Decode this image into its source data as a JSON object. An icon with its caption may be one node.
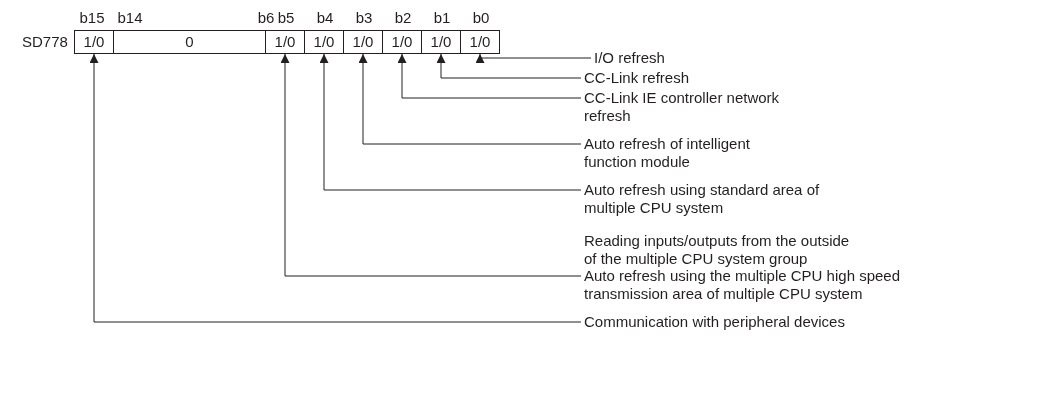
{
  "diagram": {
    "nodes": [
      {
        "text": [
          "1/0"
        ]
      },
      {
        "text": [
          "0"
        ]
      },
      {
        "text": [
          "1/0"
        ]
      },
      {
        "text": [
          "1/0"
        ]
      },
      {
        "text": [
          "1/0"
        ]
      },
      {
        "text": [
          "1/0"
        ]
      },
      {
        "text": [
          "1/0"
        ]
      },
      {
        "text": [
          "1/0"
        ]
      },
      {
        "text": [
          "I/O refresh"
        ]
      },
      {
        "text": [
          "CC-Link refresh"
        ]
      },
      {
        "text": [
          "CC-Link IE controller network refresh"
        ]
      },
      {
        "text": [
          "Auto refresh of intelligent function module"
        ]
      },
      {
        "text": [
          "Auto refresh using standard area of multiple CPU system"
        ]
      },
      {
        "text": [
          "Auto refresh using the multiple CPU high speed transmission area of multiple CPU system"
        ]
      },
      {
        "text": [
          "Communication with peripheral devices"
        ]
      }
    ],
    "edges": [
      {
        "from": 8,
        "to": 7,
        "arrow": "to"
      },
      {
        "from": 9,
        "to": 6,
        "arrow": "to"
      },
      {
        "from": 10,
        "to": 5,
        "arrow": "to"
      },
      {
        "from": 11,
        "to": 4,
        "arrow": "to"
      },
      {
        "from": 12,
        "to": 3,
        "arrow": "to"
      },
      {
        "from": 13,
        "to": 2,
        "arrow": "to"
      },
      {
        "from": 14,
        "to": 0,
        "arrow": "to"
      }
    ],
    "labels": [
      "b15",
      "b14",
      "b6",
      "b5",
      "b4",
      "b3",
      "b2",
      "b1",
      "b0",
      "SD778",
      "Reading inputs/outputs from the outside of the multiple CPU system group"
    ]
  }
}
